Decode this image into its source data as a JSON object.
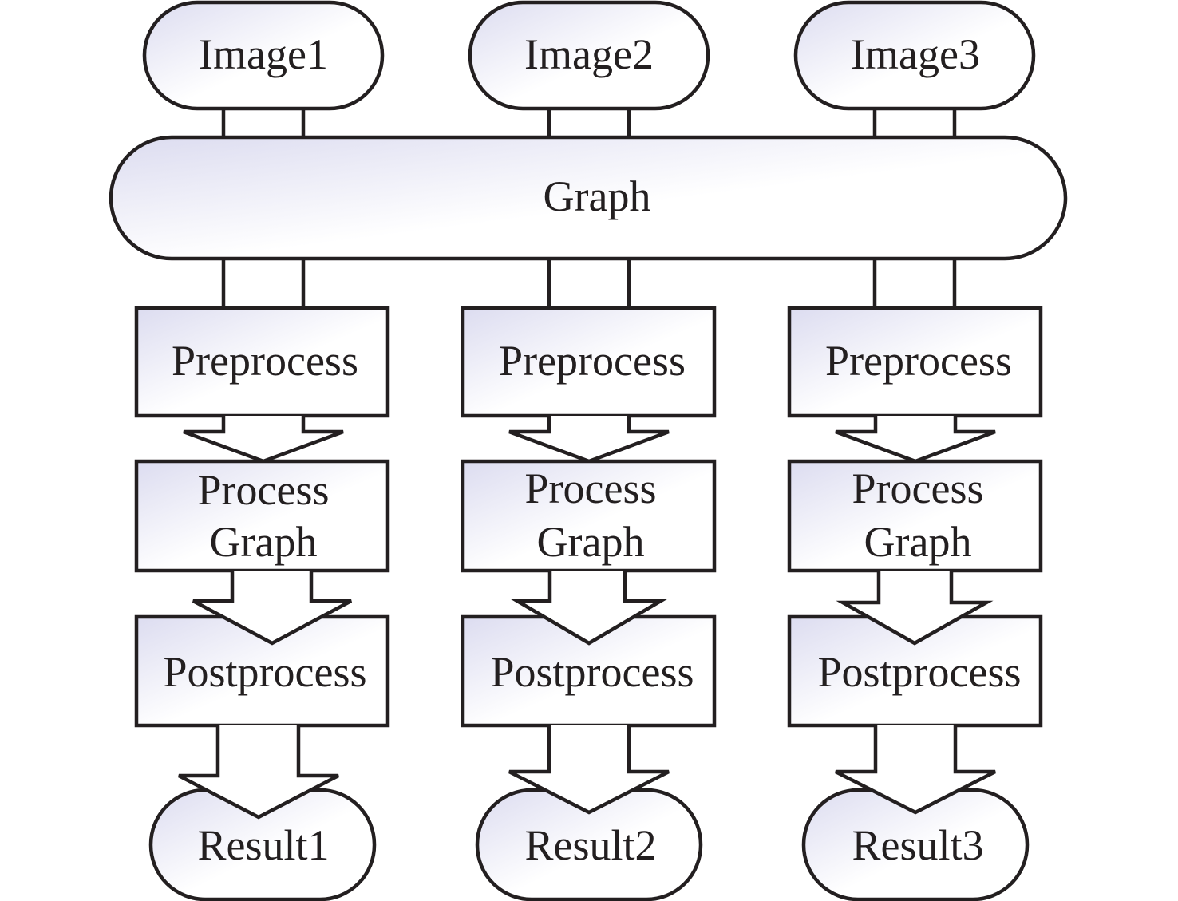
{
  "inputs": [
    {
      "label": "Image1"
    },
    {
      "label": "Image2"
    },
    {
      "label": "Image3"
    }
  ],
  "graph": {
    "label": "Graph"
  },
  "columns": [
    {
      "preprocess": "Preprocess",
      "process_line1": "Process",
      "process_line2": "Graph",
      "postprocess": "Postprocess",
      "result": "Result1"
    },
    {
      "preprocess": "Preprocess",
      "process_line1": "Process",
      "process_line2": "Graph",
      "postprocess": "Postprocess",
      "result": "Result2"
    },
    {
      "preprocess": "Preprocess",
      "process_line1": "Process",
      "process_line2": "Graph",
      "postprocess": "Postprocess",
      "result": "Result3"
    }
  ],
  "colors": {
    "stroke": "#231f20",
    "fill_light": "#ffffff",
    "fill_tint": "#e4e4f4"
  }
}
